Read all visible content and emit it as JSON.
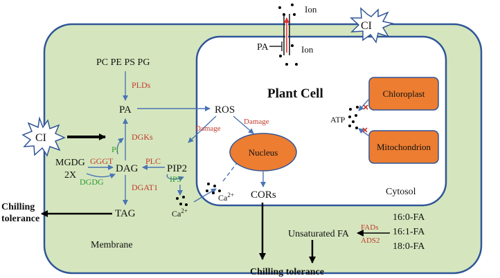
{
  "labels": {
    "ion_top": "Ion",
    "ion_bottom": "Ion",
    "pa_inhibit": "PA",
    "ci_top": "CI",
    "ci_left": "CI",
    "phospholipids": "PC PE PS PG",
    "plds": "PLDs",
    "pa": "PA",
    "dgks": "DGKs",
    "pi": "Pi",
    "mgdg": "MGDG",
    "mgdg_mult": "2X",
    "gggt": "GGGT",
    "dgdg": "DGDG",
    "dag": "DAG",
    "plc": "PLC",
    "pip2": "PIP2",
    "ip3": "IP3",
    "dgat1": "DGAT1",
    "tag": "TAG",
    "chilling_left_1": "Chilling",
    "chilling_left_2": "tolerance",
    "membrane": "Membrane",
    "ros": "ROS",
    "damage_1": "Damage",
    "damage_2": "Damage",
    "plant_cell": "Plant Cell",
    "nucleus": "Nucleus",
    "chloroplast": "Chloroplast",
    "mitochondrion": "Mitochondrion",
    "atp": "ATP",
    "ca_1": "Ca",
    "ca_2": "Ca",
    "ca_sup": "2+",
    "cors": "CORs",
    "cytosol": "Cytosol",
    "fa_160": "16:0-FA",
    "fa_161": "16:1-FA",
    "fa_180": "18:0-FA",
    "fads": "FADs",
    "ads2": "ADS2",
    "unsat_fa": "Unsaturated FA",
    "chilling_bottom": "Chilling tolerance"
  },
  "colors": {
    "outer_cell_fill": "#d5e6be",
    "cell_border": "#2f5597",
    "organelle_fill": "#ed7d31",
    "enzyme_red": "#c0392b",
    "enzyme_green": "#2e9a32",
    "arrow_blue": "#4a74b4",
    "ion_channel": "#e03030"
  }
}
